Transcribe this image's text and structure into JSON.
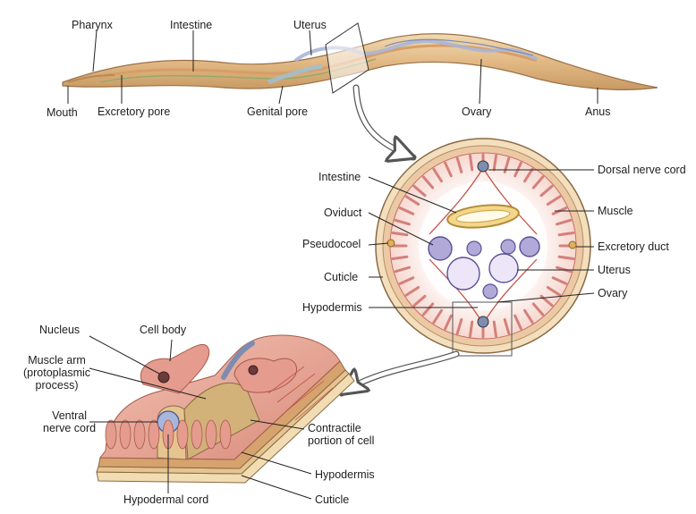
{
  "worm_labels": {
    "pharynx": "Pharynx",
    "intestine": "Intestine",
    "uterus": "Uterus",
    "mouth": "Mouth",
    "excretory_pore": "Excretory pore",
    "genital_pore": "Genital pore",
    "ovary": "Ovary",
    "anus": "Anus"
  },
  "cross_section_labels": {
    "intestine": "Intestine",
    "oviduct": "Oviduct",
    "pseudocoel": "Pseudocoel",
    "cuticle": "Cuticle",
    "hypodermis": "Hypodermis",
    "dorsal_nerve_cord": "Dorsal nerve cord",
    "muscle": "Muscle",
    "excretory_duct": "Excretory duct",
    "uterus": "Uterus",
    "ovary": "Ovary"
  },
  "detail_labels": {
    "nucleus": "Nucleus",
    "cell_body": "Cell body",
    "muscle_arm": "Muscle arm\n(protoplasmic\nprocess)",
    "ventral_nerve_cord": "Ventral\nnerve cord",
    "contractile_portion": "Contractile\nportion of cell",
    "hypodermis": "Hypodermis",
    "cuticle": "Cuticle",
    "hypodermal_cord": "Hypodermal cord"
  },
  "colors": {
    "body_tan": "#e8c79a",
    "cuticle_tan": "#f2dcb3",
    "muscle_pink": "#e8a596",
    "muscle_red": "#c4544a",
    "organ_blue": "#9b97c8",
    "leader_line": "#222222"
  }
}
